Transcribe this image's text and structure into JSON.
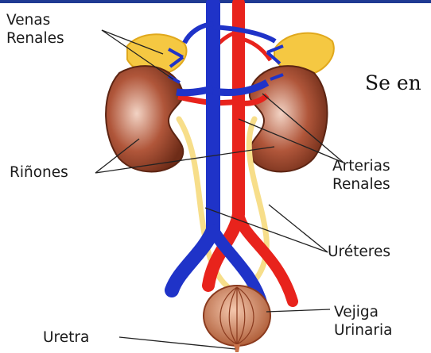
{
  "labels": {
    "venas_renales": [
      "Venas",
      "Renales"
    ],
    "rinones": "Riñones",
    "arterias_renales": [
      "Arterias",
      "Renales"
    ],
    "ureteres": "Uréteres",
    "vejiga_urinaria": [
      "Vejiga",
      "Urinaria"
    ],
    "uretra": "Uretra"
  },
  "side_text": "Se en",
  "colors": {
    "vein": "#1f33c8",
    "artery": "#e8231c",
    "kidney": "#8a3a1e",
    "adrenal": "#f5c842",
    "ureter": "#f7de8a",
    "bladder": "#c9724a"
  }
}
